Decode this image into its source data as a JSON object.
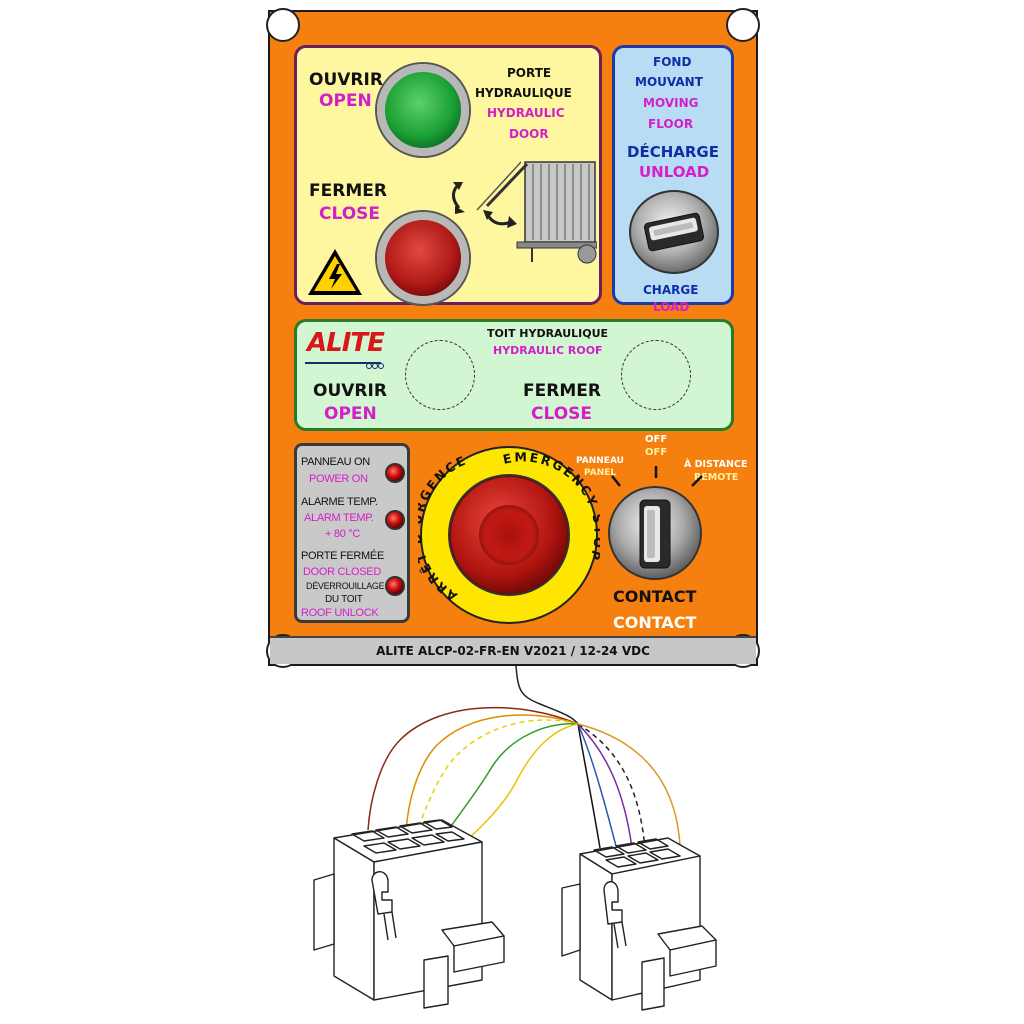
{
  "door": {
    "open_fr": "OUVRIR",
    "open_en": "OPEN",
    "close_fr": "FERMER",
    "close_en": "CLOSE",
    "title_fr_1": "PORTE",
    "title_fr_2": "HYDRAULIQUE",
    "title_en_1": "HYDRAULIC",
    "title_en_2": "DOOR"
  },
  "floor": {
    "title_fr_1": "FOND",
    "title_fr_2": "MOUVANT",
    "title_en_1": "MOVING",
    "title_en_2": "FLOOR",
    "unload_fr": "DÉCHARGE",
    "unload_en": "UNLOAD",
    "load_fr": "CHARGE",
    "load_en": "LOAD"
  },
  "roof": {
    "logo": "ALITE",
    "title_fr": "TOIT HYDRAULIQUE",
    "title_en": "HYDRAULIC ROOF",
    "open_fr": "OUVRIR",
    "open_en": "OPEN",
    "close_fr": "FERMER",
    "close_en": "CLOSE"
  },
  "indicators": {
    "power_fr": "PANNEAU ON",
    "power_en": "POWER ON",
    "alarm_fr": "ALARME TEMP.",
    "alarm_en": "ALARM TEMP.",
    "alarm_temp": "+ 80 °C",
    "door_closed_fr": "PORTE FERMÉE",
    "door_closed_en": "DOOR CLOSED",
    "roof_unlock_fr_1": "DÉVERROUILLAGE",
    "roof_unlock_fr_2": "DU TOIT",
    "roof_unlock_en": "ROOF UNLOCK"
  },
  "emergency": {
    "ring_fr": "ARRÊT D'URGENCE",
    "ring_en": "EMERGENCY STOP"
  },
  "contact": {
    "panel_fr": "PANNEAU",
    "panel_en": "PANEL",
    "off_fr": "OFF",
    "off_en": "OFF",
    "remote_fr": "À DISTANCE",
    "remote_en": "REMOTE",
    "label_fr": "CONTACT",
    "label_en": "CONTACT"
  },
  "footer": "ALITE ALCP-02-FR-EN V2021 / 12-24 VDC",
  "colors": {
    "panel": "#f5800f",
    "door_box": "#fff7a0",
    "floor_box": "#b9dcf5",
    "roof_box": "#d2f5d2",
    "english_text": "#d41fc8",
    "french_blue": "#0d2ea8"
  },
  "icons": [
    "high-voltage-warning-icon",
    "trailer-door-icon",
    "rotary-selector-icon",
    "emergency-stop-icon"
  ]
}
